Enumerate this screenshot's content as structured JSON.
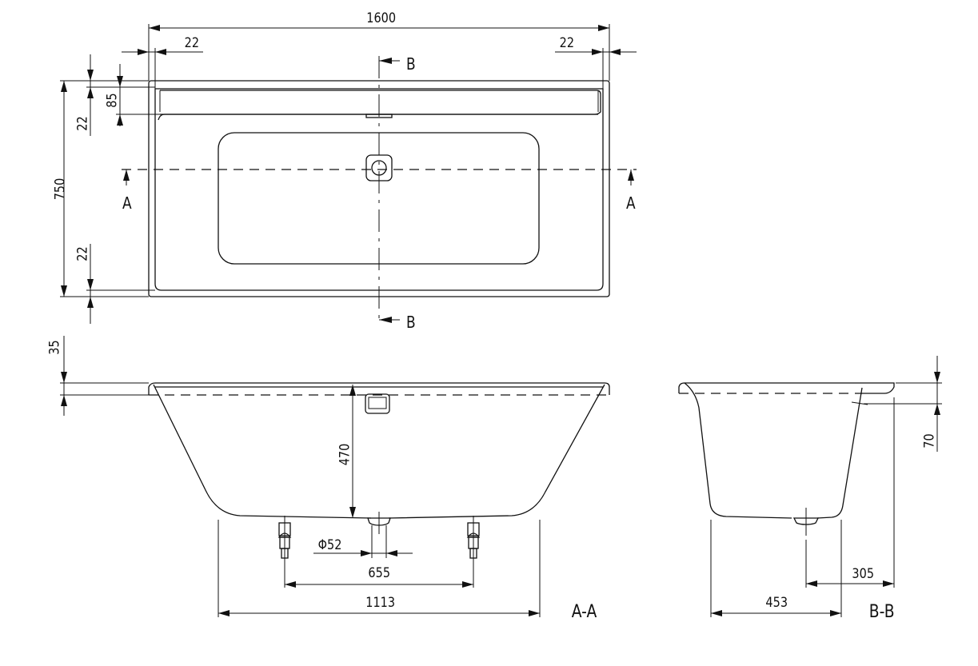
{
  "drawing": {
    "subject": "Rectangular bathtub technical dimension drawing",
    "plan_view": {
      "overall_length": "1600",
      "overall_width": "750",
      "rim_left": "22",
      "rim_right": "22",
      "rim_top": "22",
      "rim_bottom": "22",
      "shelf_depth": "85",
      "section_marker_a_left": "A",
      "section_marker_a_right": "A",
      "section_marker_b_top": "B",
      "section_marker_b_bottom": "B"
    },
    "section_a_a": {
      "title": "A-A",
      "rim_height": "35",
      "depth": "470",
      "drain_diameter": "Φ52",
      "feet_spacing": "655",
      "bottom_length": "1113"
    },
    "section_b_b": {
      "title": "B-B",
      "overflow_height": "70",
      "drain_offset": "305",
      "bottom_width": "453"
    }
  }
}
